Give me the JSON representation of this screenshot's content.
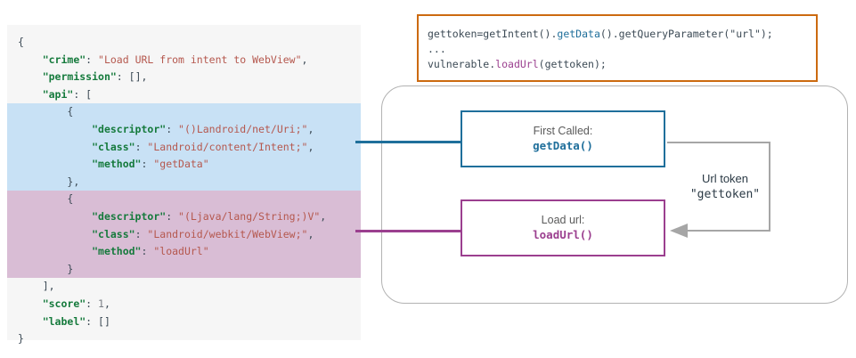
{
  "json_panel": {
    "name": "analysis-result-json",
    "lines": [
      {
        "indent": 0,
        "highlight": "none",
        "tokens": [
          {
            "t": "{",
            "c": "p"
          }
        ]
      },
      {
        "indent": 1,
        "highlight": "none",
        "tokens": [
          {
            "t": "\"crime\"",
            "c": "k"
          },
          {
            "t": ": ",
            "c": "p"
          },
          {
            "t": "\"Load URL from intent to WebView\"",
            "c": "s"
          },
          {
            "t": ",",
            "c": "p"
          }
        ]
      },
      {
        "indent": 1,
        "highlight": "none",
        "tokens": [
          {
            "t": "\"permission\"",
            "c": "k"
          },
          {
            "t": ": [],",
            "c": "p"
          }
        ]
      },
      {
        "indent": 1,
        "highlight": "none",
        "tokens": [
          {
            "t": "\"api\"",
            "c": "k"
          },
          {
            "t": ": [",
            "c": "p"
          }
        ]
      },
      {
        "indent": 2,
        "highlight": "blue",
        "tokens": [
          {
            "t": "{",
            "c": "p"
          }
        ]
      },
      {
        "indent": 3,
        "highlight": "blue",
        "tokens": [
          {
            "t": "\"descriptor\"",
            "c": "k"
          },
          {
            "t": ": ",
            "c": "p"
          },
          {
            "t": "\"()Landroid/net/Uri;\"",
            "c": "s"
          },
          {
            "t": ",",
            "c": "p"
          }
        ]
      },
      {
        "indent": 3,
        "highlight": "blue",
        "tokens": [
          {
            "t": "\"class\"",
            "c": "k"
          },
          {
            "t": ": ",
            "c": "p"
          },
          {
            "t": "\"Landroid/content/Intent;\"",
            "c": "s"
          },
          {
            "t": ",",
            "c": "p"
          }
        ]
      },
      {
        "indent": 3,
        "highlight": "blue",
        "tokens": [
          {
            "t": "\"method\"",
            "c": "k"
          },
          {
            "t": ": ",
            "c": "p"
          },
          {
            "t": "\"getData\"",
            "c": "s"
          }
        ]
      },
      {
        "indent": 2,
        "highlight": "blue",
        "tokens": [
          {
            "t": "},",
            "c": "p"
          }
        ]
      },
      {
        "indent": 2,
        "highlight": "pink",
        "tokens": [
          {
            "t": "{",
            "c": "p"
          }
        ]
      },
      {
        "indent": 3,
        "highlight": "pink",
        "tokens": [
          {
            "t": "\"descriptor\"",
            "c": "k"
          },
          {
            "t": ": ",
            "c": "p"
          },
          {
            "t": "\"(Ljava/lang/String;)V\"",
            "c": "s"
          },
          {
            "t": ",",
            "c": "p"
          }
        ]
      },
      {
        "indent": 3,
        "highlight": "pink",
        "tokens": [
          {
            "t": "\"class\"",
            "c": "k"
          },
          {
            "t": ": ",
            "c": "p"
          },
          {
            "t": "\"Landroid/webkit/WebView;\"",
            "c": "s"
          },
          {
            "t": ",",
            "c": "p"
          }
        ]
      },
      {
        "indent": 3,
        "highlight": "pink",
        "tokens": [
          {
            "t": "\"method\"",
            "c": "k"
          },
          {
            "t": ": ",
            "c": "p"
          },
          {
            "t": "\"loadUrl\"",
            "c": "s"
          }
        ]
      },
      {
        "indent": 2,
        "highlight": "pink",
        "tokens": [
          {
            "t": "}",
            "c": "p"
          }
        ]
      },
      {
        "indent": 1,
        "highlight": "none",
        "tokens": [
          {
            "t": "],",
            "c": "p"
          }
        ]
      },
      {
        "indent": 1,
        "highlight": "none",
        "tokens": [
          {
            "t": "\"score\"",
            "c": "k"
          },
          {
            "t": ": ",
            "c": "p"
          },
          {
            "t": "1",
            "c": "n"
          },
          {
            "t": ",",
            "c": "p"
          }
        ]
      },
      {
        "indent": 1,
        "highlight": "none",
        "tokens": [
          {
            "t": "\"label\"",
            "c": "k"
          },
          {
            "t": ": []",
            "c": "p"
          }
        ]
      },
      {
        "indent": 0,
        "highlight": "none",
        "tokens": [
          {
            "t": "}",
            "c": "p"
          }
        ]
      }
    ]
  },
  "code_box": {
    "name": "vulnerable-code-snippet",
    "lines": [
      [
        {
          "t": "gettoken=getIntent().",
          "c": "plain"
        },
        {
          "t": "getData",
          "c": "blue"
        },
        {
          "t": "().getQueryParameter(\"url\");",
          "c": "plain"
        }
      ],
      [
        {
          "t": "...",
          "c": "plain"
        }
      ],
      [
        {
          "t": "vulnerable.",
          "c": "plain"
        },
        {
          "t": "loadUrl",
          "c": "purple"
        },
        {
          "t": "(gettoken);",
          "c": "plain"
        }
      ]
    ]
  },
  "flow": {
    "getdata_box": {
      "label": "First Called:",
      "function": "getData()"
    },
    "loadurl_box": {
      "label": "Load url:",
      "function": "loadUrl()"
    },
    "url_token": {
      "title": "Url token",
      "value": "\"gettoken\""
    }
  },
  "colors": {
    "blue": "#1f6f9b",
    "purple": "#9b3f8f",
    "orange": "#cc6a10",
    "gray": "#a6a6a6",
    "highlight_blue": "#c8e1f5",
    "highlight_pink": "#d9bdd5",
    "json_key": "#157a3c",
    "json_string": "#b5584e",
    "panel_bg": "#f6f6f6"
  }
}
